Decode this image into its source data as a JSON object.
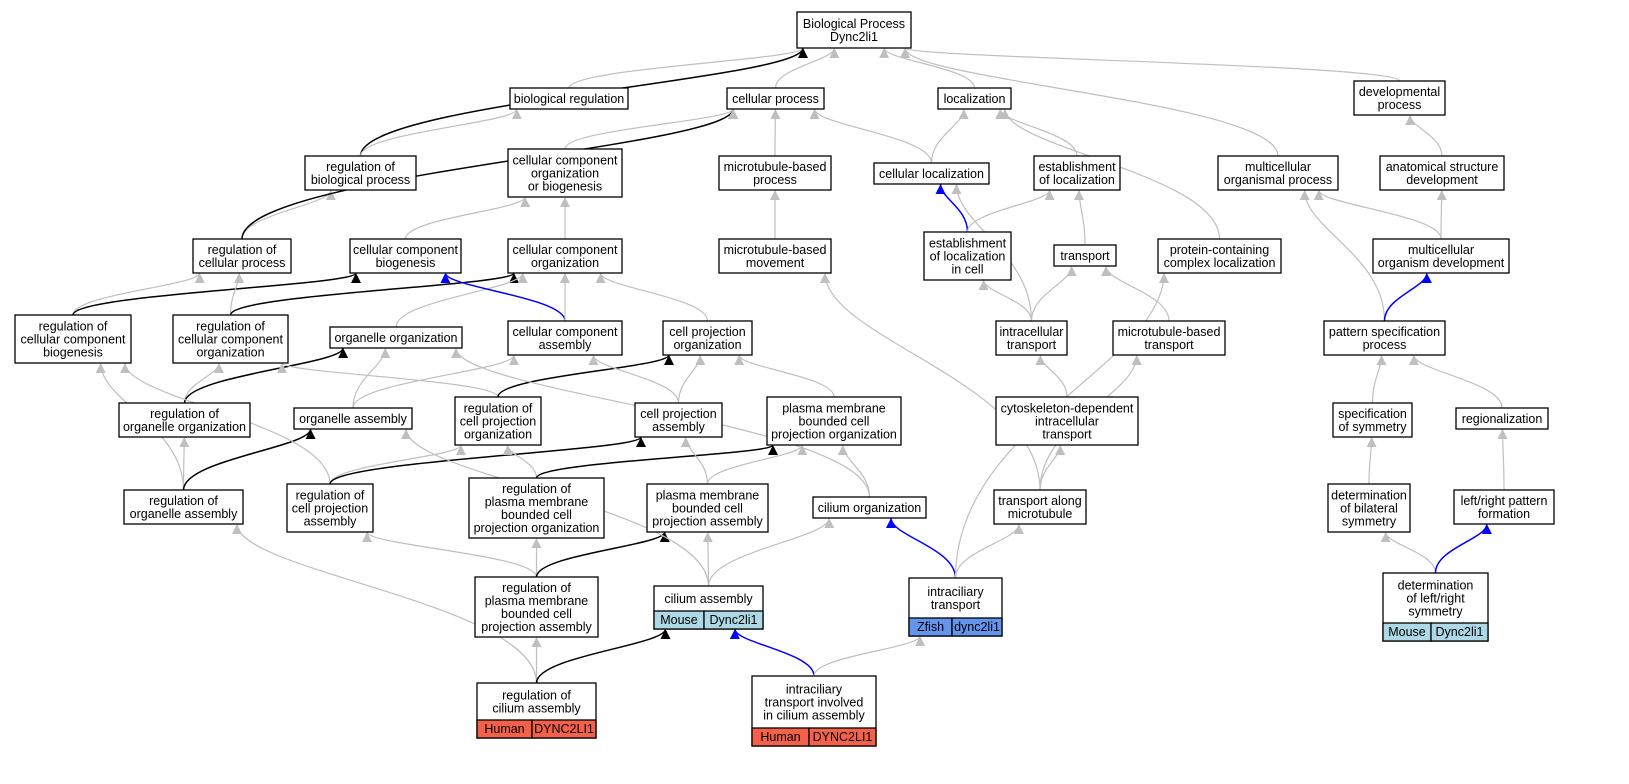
{
  "colors": {
    "default_edge": "#bfbfbf",
    "black_edge": "#000000",
    "blue_edge": "#0000ff",
    "human": "#f4614a",
    "mouse": "#add8e6",
    "zfish": "#6495ed"
  },
  "nodes": [
    {
      "id": "bp",
      "lines": [
        "Biological Process",
        "Dync2li1"
      ]
    },
    {
      "id": "bioreg",
      "lines": [
        "biological regulation"
      ]
    },
    {
      "id": "cellproc",
      "lines": [
        "cellular process"
      ]
    },
    {
      "id": "loc",
      "lines": [
        "localization"
      ]
    },
    {
      "id": "devproc",
      "lines": [
        "developmental",
        "process"
      ]
    },
    {
      "id": "regbio",
      "lines": [
        "regulation of",
        "biological process"
      ]
    },
    {
      "id": "ccob",
      "lines": [
        "cellular component",
        "organization",
        "or biogenesis"
      ]
    },
    {
      "id": "mtproc",
      "lines": [
        "microtubule-based",
        "process"
      ]
    },
    {
      "id": "cellloc",
      "lines": [
        "cellular localization"
      ]
    },
    {
      "id": "estloc",
      "lines": [
        "establishment",
        "of localization"
      ]
    },
    {
      "id": "multorg",
      "lines": [
        "multicellular",
        "organismal process"
      ]
    },
    {
      "id": "anatdev",
      "lines": [
        "anatomical structure",
        "development"
      ]
    },
    {
      "id": "regcell",
      "lines": [
        "regulation of",
        "cellular process"
      ]
    },
    {
      "id": "ccbio",
      "lines": [
        "cellular component",
        "biogenesis"
      ]
    },
    {
      "id": "ccorg",
      "lines": [
        "cellular component",
        "organization"
      ]
    },
    {
      "id": "mtmove",
      "lines": [
        "microtubule-based",
        "movement"
      ]
    },
    {
      "id": "estloccell",
      "lines": [
        "establishment",
        "of localization",
        "in cell"
      ]
    },
    {
      "id": "transport",
      "lines": [
        "transport"
      ]
    },
    {
      "id": "pcloc",
      "lines": [
        "protein-containing",
        "complex localization"
      ]
    },
    {
      "id": "multdev",
      "lines": [
        "multicellular",
        "organism development"
      ]
    },
    {
      "id": "regccbio",
      "lines": [
        "regulation of",
        "cellular component",
        "biogenesis"
      ]
    },
    {
      "id": "regccorg",
      "lines": [
        "regulation of",
        "cellular component",
        "organization"
      ]
    },
    {
      "id": "orgorg",
      "lines": [
        "organelle organization"
      ]
    },
    {
      "id": "ccasm",
      "lines": [
        "cellular component",
        "assembly"
      ]
    },
    {
      "id": "cporg",
      "lines": [
        "cell projection",
        "organization"
      ]
    },
    {
      "id": "intratr",
      "lines": [
        "intracellular",
        "transport"
      ]
    },
    {
      "id": "mttrans",
      "lines": [
        "microtubule-based",
        "transport"
      ]
    },
    {
      "id": "patspec",
      "lines": [
        "pattern specification",
        "process"
      ]
    },
    {
      "id": "regorgorg",
      "lines": [
        "regulation of",
        "organelle organization"
      ]
    },
    {
      "id": "orgasm",
      "lines": [
        "organelle assembly"
      ]
    },
    {
      "id": "regcporg",
      "lines": [
        "regulation of",
        "cell projection",
        "organization"
      ]
    },
    {
      "id": "cpasm",
      "lines": [
        "cell projection",
        "assembly"
      ]
    },
    {
      "id": "pmbcporg",
      "lines": [
        "plasma membrane",
        "bounded cell",
        "projection organization"
      ]
    },
    {
      "id": "cytotr",
      "lines": [
        "cytoskeleton-dependent",
        "intracellular",
        "transport"
      ]
    },
    {
      "id": "specsym",
      "lines": [
        "specification",
        "of symmetry"
      ]
    },
    {
      "id": "regional",
      "lines": [
        "regionalization"
      ]
    },
    {
      "id": "regorgasm",
      "lines": [
        "regulation of",
        "organelle assembly"
      ]
    },
    {
      "id": "regcpasm",
      "lines": [
        "regulation of",
        "cell projection",
        "assembly"
      ]
    },
    {
      "id": "regpmbcporg",
      "lines": [
        "regulation of",
        "plasma membrane",
        "bounded cell",
        "projection organization"
      ]
    },
    {
      "id": "pmbcpasm",
      "lines": [
        "plasma membrane",
        "bounded cell",
        "projection assembly"
      ]
    },
    {
      "id": "ciliumorg",
      "lines": [
        "cilium organization"
      ]
    },
    {
      "id": "transmt",
      "lines": [
        "transport along",
        "microtubule"
      ]
    },
    {
      "id": "detbil",
      "lines": [
        "determination",
        "of bilateral",
        "symmetry"
      ]
    },
    {
      "id": "lrpat",
      "lines": [
        "left/right pattern",
        "formation"
      ]
    },
    {
      "id": "regpmbcpasm",
      "lines": [
        "regulation of",
        "plasma membrane",
        "bounded cell",
        "projection assembly"
      ]
    },
    {
      "id": "ciliumasm",
      "lines": [
        "cilium assembly"
      ],
      "species": "Mouse",
      "gene": "Dync2li1"
    },
    {
      "id": "ift",
      "lines": [
        "intraciliary",
        "transport"
      ],
      "species": "Zfish",
      "gene": "dync2li1"
    },
    {
      "id": "detlr",
      "lines": [
        "determination",
        "of left/right",
        "symmetry"
      ],
      "species": "Mouse",
      "gene": "Dync2li1"
    },
    {
      "id": "regciliumasm",
      "lines": [
        "regulation of",
        "cilium assembly"
      ],
      "species": "Human",
      "gene": "DYNC2LI1"
    },
    {
      "id": "iftcilium",
      "lines": [
        "intraciliary",
        "transport involved",
        "in cilium assembly"
      ],
      "species": "Human",
      "gene": "DYNC2LI1"
    }
  ],
  "edges": [
    {
      "from": "bioreg",
      "to": "bp",
      "color": "default"
    },
    {
      "from": "cellproc",
      "to": "bp",
      "color": "default"
    },
    {
      "from": "loc",
      "to": "bp",
      "color": "default"
    },
    {
      "from": "devproc",
      "to": "bp",
      "color": "default"
    },
    {
      "from": "multorg",
      "to": "bp",
      "color": "default"
    },
    {
      "from": "regbio",
      "to": "bp",
      "color": "black"
    },
    {
      "from": "regbio",
      "to": "bioreg",
      "color": "default"
    },
    {
      "from": "regcell",
      "to": "regbio",
      "color": "default"
    },
    {
      "from": "regcell",
      "to": "cellproc",
      "color": "black"
    },
    {
      "from": "ccob",
      "to": "cellproc",
      "color": "default"
    },
    {
      "from": "mtproc",
      "to": "cellproc",
      "color": "default"
    },
    {
      "from": "cellloc",
      "to": "cellproc",
      "color": "default"
    },
    {
      "from": "cellloc",
      "to": "loc",
      "color": "default"
    },
    {
      "from": "estloc",
      "to": "loc",
      "color": "default"
    },
    {
      "from": "pcloc",
      "to": "loc",
      "color": "default"
    },
    {
      "from": "anatdev",
      "to": "devproc",
      "color": "default"
    },
    {
      "from": "multdev",
      "to": "anatdev",
      "color": "default"
    },
    {
      "from": "multdev",
      "to": "multorg",
      "color": "default"
    },
    {
      "from": "patspec",
      "to": "multorg",
      "color": "default"
    },
    {
      "from": "patspec",
      "to": "multdev",
      "color": "blue"
    },
    {
      "from": "ccbio",
      "to": "ccob",
      "color": "default"
    },
    {
      "from": "ccorg",
      "to": "ccob",
      "color": "default"
    },
    {
      "from": "mtmove",
      "to": "mtproc",
      "color": "default"
    },
    {
      "from": "estloccell",
      "to": "cellloc",
      "color": "blue"
    },
    {
      "from": "estloccell",
      "to": "estloc",
      "color": "default"
    },
    {
      "from": "transport",
      "to": "estloc",
      "color": "default"
    },
    {
      "from": "intratr",
      "to": "cellloc",
      "color": "default"
    },
    {
      "from": "intratr",
      "to": "estloccell",
      "color": "default"
    },
    {
      "from": "intratr",
      "to": "transport",
      "color": "default"
    },
    {
      "from": "mttrans",
      "to": "transport",
      "color": "default"
    },
    {
      "from": "regccbio",
      "to": "regcell",
      "color": "default"
    },
    {
      "from": "regccbio",
      "to": "ccbio",
      "color": "black"
    },
    {
      "from": "regccorg",
      "to": "regcell",
      "color": "default"
    },
    {
      "from": "regccorg",
      "to": "ccorg",
      "color": "black"
    },
    {
      "from": "orgorg",
      "to": "ccorg",
      "color": "default"
    },
    {
      "from": "ccasm",
      "to": "ccbio",
      "color": "blue"
    },
    {
      "from": "ccasm",
      "to": "ccorg",
      "color": "default"
    },
    {
      "from": "cporg",
      "to": "ccorg",
      "color": "default"
    },
    {
      "from": "regorgorg",
      "to": "regccorg",
      "color": "default"
    },
    {
      "from": "regorgorg",
      "to": "orgorg",
      "color": "black"
    },
    {
      "from": "orgasm",
      "to": "orgorg",
      "color": "default"
    },
    {
      "from": "orgasm",
      "to": "ccasm",
      "color": "default"
    },
    {
      "from": "regcporg",
      "to": "regccorg",
      "color": "default"
    },
    {
      "from": "regcporg",
      "to": "cporg",
      "color": "black"
    },
    {
      "from": "cpasm",
      "to": "ccasm",
      "color": "default"
    },
    {
      "from": "cpasm",
      "to": "cporg",
      "color": "default"
    },
    {
      "from": "pmbcporg",
      "to": "cporg",
      "color": "default"
    },
    {
      "from": "cytotr",
      "to": "intratr",
      "color": "default"
    },
    {
      "from": "specsym",
      "to": "patspec",
      "color": "default"
    },
    {
      "from": "regional",
      "to": "patspec",
      "color": "default"
    },
    {
      "from": "regorgasm",
      "to": "regccbio",
      "color": "default"
    },
    {
      "from": "regorgasm",
      "to": "regorgorg",
      "color": "default"
    },
    {
      "from": "regorgasm",
      "to": "orgasm",
      "color": "black"
    },
    {
      "from": "regcpasm",
      "to": "regccbio",
      "color": "default"
    },
    {
      "from": "regcpasm",
      "to": "regcporg",
      "color": "default"
    },
    {
      "from": "regcpasm",
      "to": "cpasm",
      "color": "black"
    },
    {
      "from": "regpmbcporg",
      "to": "regcporg",
      "color": "default"
    },
    {
      "from": "regpmbcporg",
      "to": "pmbcporg",
      "color": "black"
    },
    {
      "from": "pmbcpasm",
      "to": "cpasm",
      "color": "default"
    },
    {
      "from": "pmbcpasm",
      "to": "pmbcporg",
      "color": "default"
    },
    {
      "from": "ciliumorg",
      "to": "orgorg",
      "color": "default"
    },
    {
      "from": "ciliumorg",
      "to": "pmbcporg",
      "color": "default"
    },
    {
      "from": "transmt",
      "to": "cytotr",
      "color": "default"
    },
    {
      "from": "transmt",
      "to": "mttrans",
      "color": "default"
    },
    {
      "from": "transmt",
      "to": "mtmove",
      "color": "default"
    },
    {
      "from": "detbil",
      "to": "specsym",
      "color": "default"
    },
    {
      "from": "lrpat",
      "to": "regional",
      "color": "default"
    },
    {
      "from": "regpmbcpasm",
      "to": "regcpasm",
      "color": "default"
    },
    {
      "from": "regpmbcpasm",
      "to": "regpmbcporg",
      "color": "default"
    },
    {
      "from": "regpmbcpasm",
      "to": "pmbcpasm",
      "color": "black"
    },
    {
      "from": "ciliumasm",
      "to": "orgasm",
      "color": "default"
    },
    {
      "from": "ciliumasm",
      "to": "pmbcpasm",
      "color": "default"
    },
    {
      "from": "ciliumasm",
      "to": "ciliumorg",
      "color": "default"
    },
    {
      "from": "ift",
      "to": "ciliumorg",
      "color": "blue"
    },
    {
      "from": "ift",
      "to": "transmt",
      "color": "default"
    },
    {
      "from": "ift",
      "to": "pcloc",
      "color": "default"
    },
    {
      "from": "detlr",
      "to": "detbil",
      "color": "default"
    },
    {
      "from": "detlr",
      "to": "lrpat",
      "color": "blue"
    },
    {
      "from": "regciliumasm",
      "to": "regorgasm",
      "color": "default"
    },
    {
      "from": "regciliumasm",
      "to": "regpmbcpasm",
      "color": "default"
    },
    {
      "from": "regciliumasm",
      "to": "ciliumasm",
      "color": "black"
    },
    {
      "from": "iftcilium",
      "to": "ciliumasm",
      "color": "blue"
    },
    {
      "from": "iftcilium",
      "to": "ift",
      "color": "default"
    }
  ]
}
